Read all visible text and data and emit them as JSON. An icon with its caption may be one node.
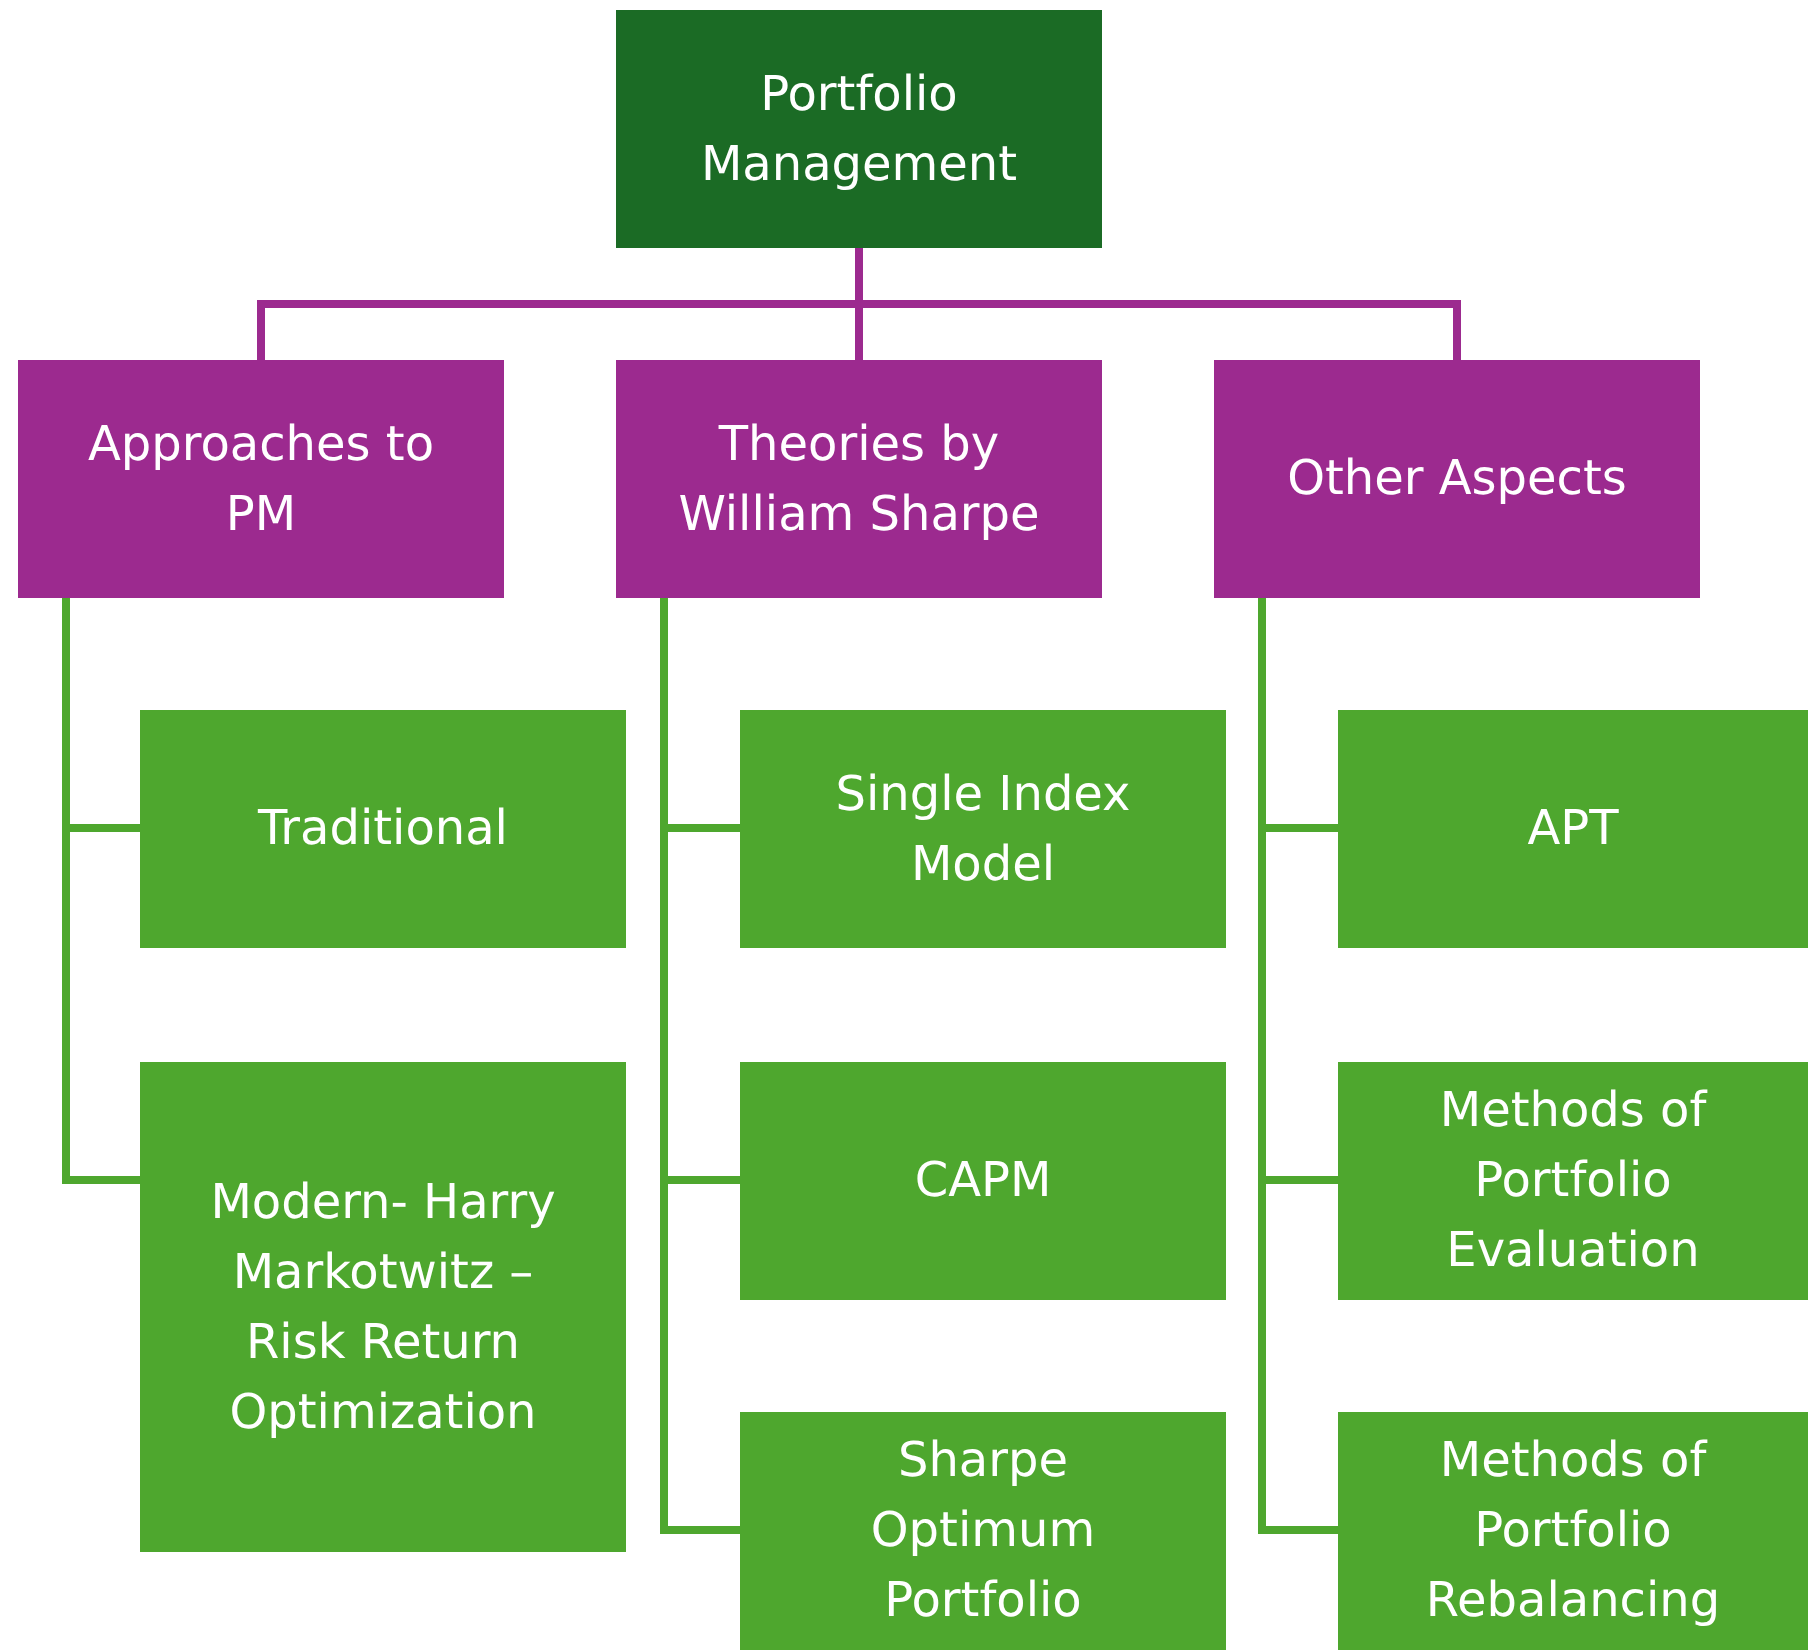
{
  "diagram": {
    "nodes": [
      {
        "text": [
          "Portfolio Management"
        ]
      },
      {
        "text": [
          "Approaches to PM"
        ]
      },
      {
        "text": [
          "Theories by William Sharpe"
        ]
      },
      {
        "text": [
          "Other Aspects"
        ]
      },
      {
        "text": [
          "Traditional"
        ]
      },
      {
        "text": [
          "Modern- Harry Markotwitz – Risk Return Optimization"
        ]
      },
      {
        "text": [
          "Single Index Model"
        ]
      },
      {
        "text": [
          "CAPM"
        ]
      },
      {
        "text": [
          "Sharpe Optimum Portfolio"
        ]
      },
      {
        "text": [
          "APT"
        ]
      },
      {
        "text": [
          "Methods of Portfolio Evaluation"
        ]
      },
      {
        "text": [
          "Methods of Portfolio Rebalancing"
        ]
      }
    ],
    "edges": [
      {
        "from": 0,
        "to": 1,
        "arrow": "none",
        "color": "#9c2a8f"
      },
      {
        "from": 0,
        "to": 2,
        "arrow": "none",
        "color": "#9c2a8f"
      },
      {
        "from": 0,
        "to": 3,
        "arrow": "none",
        "color": "#9c2a8f"
      },
      {
        "from": 1,
        "to": 4,
        "arrow": "none"
      },
      {
        "from": 1,
        "to": 5,
        "arrow": "none"
      },
      {
        "from": 2,
        "to": 6,
        "arrow": "none"
      },
      {
        "from": 2,
        "to": 7,
        "arrow": "none"
      },
      {
        "from": 2,
        "to": 8,
        "arrow": "none"
      },
      {
        "from": 3,
        "to": 9,
        "arrow": "none"
      },
      {
        "from": 3,
        "to": 10,
        "arrow": "none"
      },
      {
        "from": 3,
        "to": 11,
        "arrow": "none"
      }
    ]
  }
}
